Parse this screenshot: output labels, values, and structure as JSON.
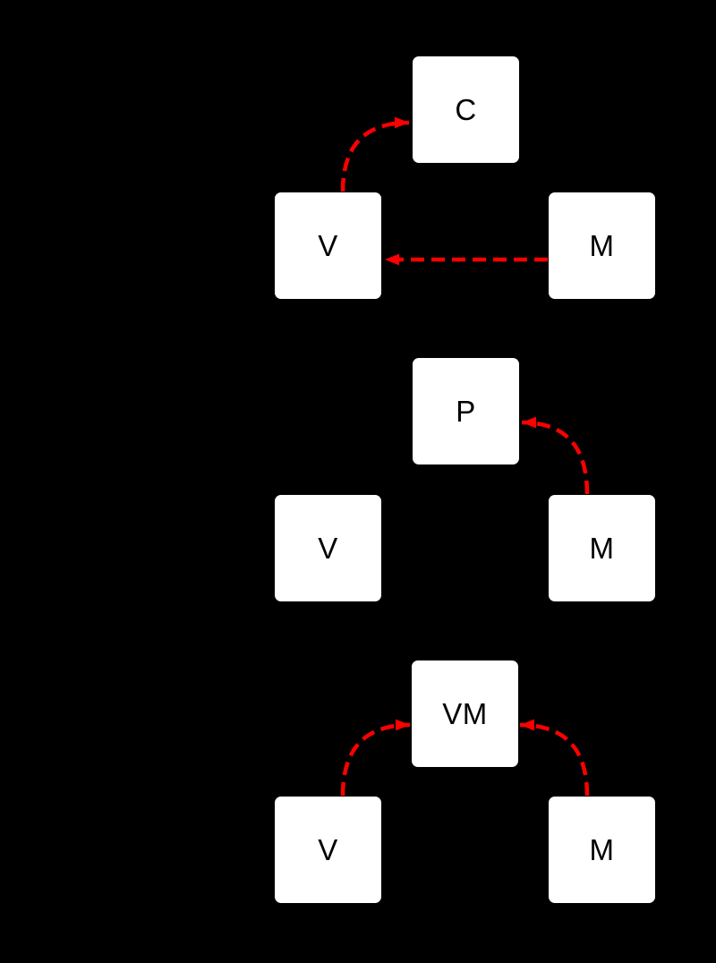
{
  "canvas": {
    "background_color": "#000000"
  },
  "node_style": {
    "fill_color": "#ffffff",
    "text_color": "#000000"
  },
  "arrow_style": {
    "color": "#ff0000",
    "pattern": "dashed"
  },
  "groups": [
    {
      "top": {
        "label": "C"
      },
      "left": {
        "label": "V"
      },
      "right": {
        "label": "M"
      },
      "arrows": [
        {
          "from": "left",
          "to": "top"
        },
        {
          "from": "right",
          "to": "left"
        }
      ]
    },
    {
      "top": {
        "label": "P"
      },
      "left": {
        "label": "V"
      },
      "right": {
        "label": "M"
      },
      "arrows": [
        {
          "from": "right",
          "to": "top"
        }
      ]
    },
    {
      "top": {
        "label": "VM"
      },
      "left": {
        "label": "V"
      },
      "right": {
        "label": "M"
      },
      "arrows": [
        {
          "from": "left",
          "to": "top"
        },
        {
          "from": "right",
          "to": "top"
        }
      ]
    }
  ]
}
